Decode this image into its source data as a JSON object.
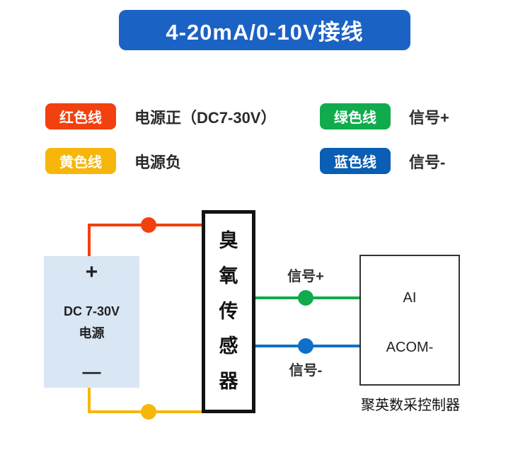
{
  "title": "4-20mA/0-10V接线",
  "legend": {
    "items": [
      {
        "badge": "红色线",
        "desc": "电源正（DC7-30V）",
        "color": "#f2400e"
      },
      {
        "badge": "黄色线",
        "desc": "电源负",
        "color": "#f6b60b"
      },
      {
        "badge": "绿色线",
        "desc": "信号+",
        "color": "#10ab4d"
      },
      {
        "badge": "蓝色线",
        "desc": "信号-",
        "color": "#0a5eb4"
      }
    ]
  },
  "diagram": {
    "power_box": {
      "plus": "+",
      "line1": "DC 7-30V",
      "line2": "电源",
      "minus": "—"
    },
    "sensor_label": "臭氧传感器",
    "signal_plus_label": "信号+",
    "signal_minus_label": "信号-",
    "controller": {
      "terminal_ai": "AI",
      "terminal_acom": "ACOM-",
      "caption": "聚英数采控制器"
    }
  },
  "colors": {
    "title_bg": "#1b62c5",
    "red_wire": "#f2400e",
    "yellow_wire": "#f6b60b",
    "green_wire": "#10ab4d",
    "blue_wire": "#0f6fc9",
    "blue_badge": "#0a5eb4",
    "power_box_bg": "#d9e6f4",
    "background": "#ffffff"
  }
}
